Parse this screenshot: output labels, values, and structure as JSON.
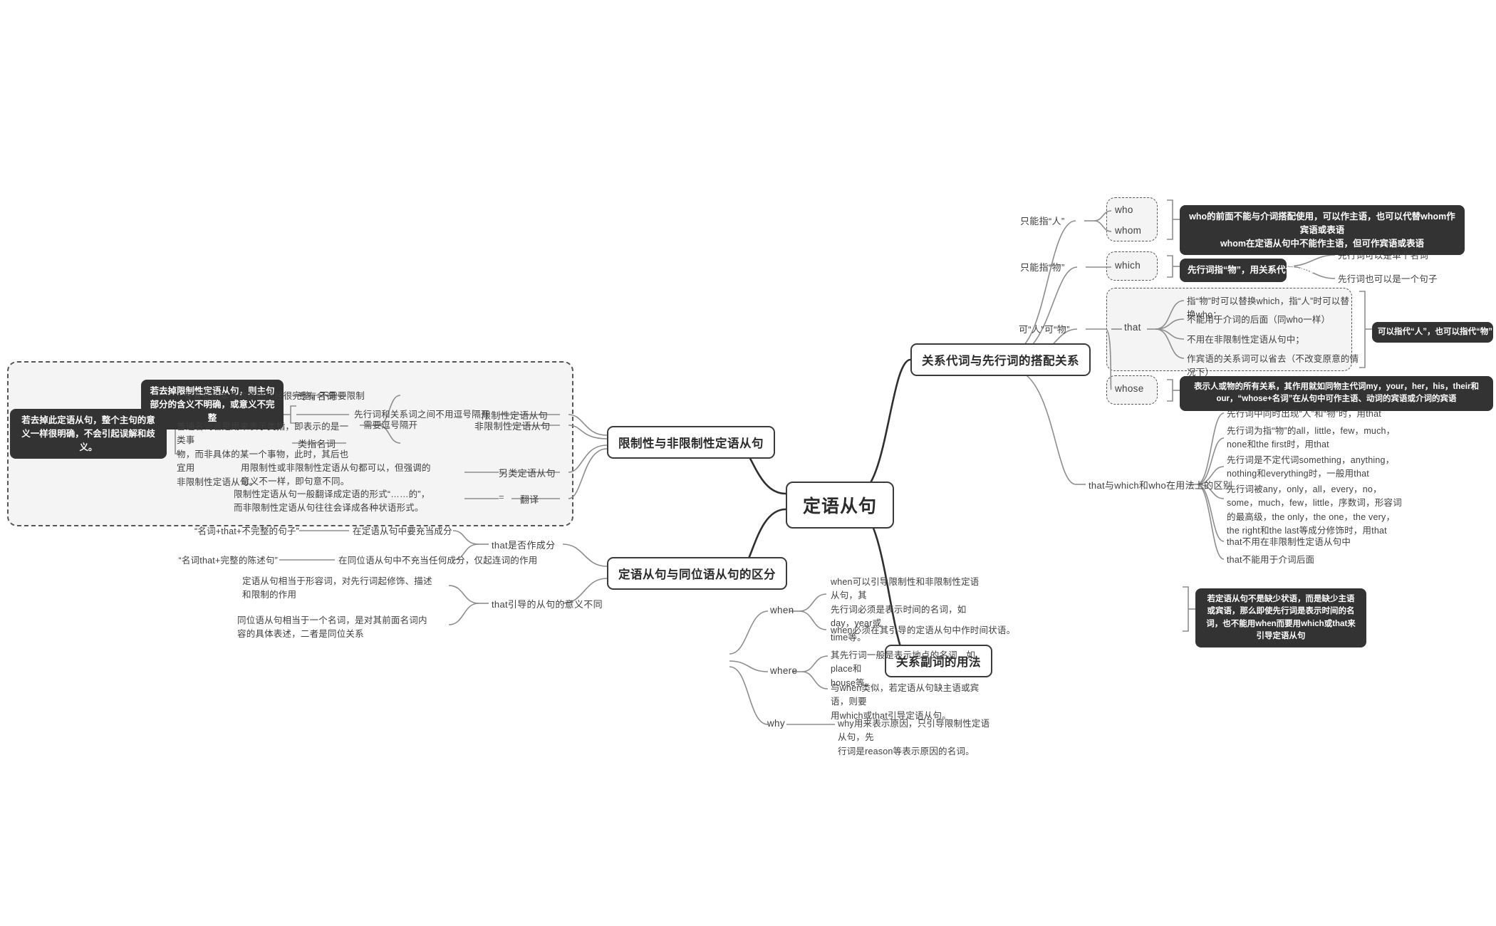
{
  "title": "定语从句",
  "colors": {
    "background": "#ffffff",
    "node_border": "#3a3a3a",
    "frame_fill": "#f4f4f4",
    "frame_border": "#555555",
    "callout_bg": "#333333",
    "callout_text": "#ffffff",
    "text": "#3f3f3f",
    "link": "#888888"
  },
  "central": {
    "label": "定语从句"
  },
  "branches": {
    "relative_pronoun": {
      "label": "关系代词与先行词的搭配关系"
    },
    "restrictive": {
      "label": "限制性与非限制性定语从句"
    },
    "appositive": {
      "label": "定语从句与同位语从句的区分"
    },
    "relative_adverb": {
      "label": "关系副词的用法"
    }
  },
  "pronoun_section": {
    "person_only": {
      "label": "只能指“人”"
    },
    "thing_only": {
      "label": "只能指“物”"
    },
    "both": {
      "label": "可“人”可“物”"
    },
    "who": "who",
    "whom": "whom",
    "which": "which",
    "that": "that",
    "whose": "whose",
    "who_callout": "who的前面不能与介词搭配使用，可以作主语，也可以代替whom作宾语或表语\nwhom在定语从句中不能作主语，但可作宾语或表语",
    "which_callout": "先行词指“物”，用关系代词which",
    "which_notes": [
      "先行词可以是单个名词",
      "先行词也可以是一个句子"
    ],
    "that_notes": [
      "指“物”时可以替换which，指“人”时可以替换who；",
      "不能用于介词的后面（同who一样）",
      "不用在非限制性定语从句中；",
      "作宾语的关系词可以省去（不改变原意的情况下）"
    ],
    "that_callout": "可以指代“人”，也可以指代“物”",
    "whose_callout": "表示人或物的所有关系，其作用就如同物主代词my，your，her，his，their和our，“whose+名词”在从句中可作主语、动词的宾语或介词的宾语",
    "that_vs": {
      "label": "that与which和who在用法上的区别"
    },
    "that_vs_notes": [
      "先行词中同时出现“人”和“物”时，用that",
      "先行词为指“物”的all，little，few，much，\nnone和the first时，用that",
      "先行词是不定代词something，anything，\nnothing和everything时，一般用that",
      "先行词被any，only，all，every，no，\nsome，much，few，little，序数词，形容词\n的最高级，the only，the one，the very，\nthe right和the last等成分修饰时，用that",
      "that不用在非限制性定语从句中",
      "that不能用于介词后面"
    ]
  },
  "restrictive_section": {
    "types": [
      {
        "label": "限制性定语从句"
      },
      {
        "label": "非限制性定语从句"
      },
      {
        "label": "另类定语从句"
      },
      {
        "label": "翻译"
      }
    ],
    "restrictive_rule": "先行词和关系词之间不用逗号隔开",
    "restrictive_callout": "若去掉限制性定语从句，则主句部分的含义不明确，或意义不完整",
    "nonrestrictive_rule": "需要逗号隔开",
    "nonrestrictive_callout": "若去掉此定语从句，整个主句的意义一样很明确，不会引起误解和歧义。",
    "noun_types": [
      {
        "name": "专有名词",
        "detail": "专有名词本身的意思已经很完整，不需要限制"
      },
      {
        "name": "类指名词",
        "detail": "普通名词若是用来表示类指，即表示的是一类事\n物，而非具体的某一个事物，此时，其后也宜用\n非限制性定语从句。"
      }
    ],
    "other_detail": "用限制性或非限制性定语从句都可以，但强调的\n意义不一样，即句意不同。",
    "translation_detail": "限制性定语从句一般翻译成定语的形式“……的”，\n而非限制性定语从句往往会译成各种状语形式。",
    "eq_symbol": "="
  },
  "appositive_section": {
    "items": [
      {
        "label": "that是否作成分",
        "notes": [
          {
            "left": "“名词+that+不完整的句子”",
            "right": "在定语从句中要充当成分"
          },
          {
            "left": "“名词that+完整的陈述句”",
            "right": "在同位语从句中不充当任何成分，仅起连词的作用"
          }
        ]
      },
      {
        "label": "that引导的从句的意义不同",
        "details": [
          "定语从句相当于形容词，对先行词起修饰、描述\n和限制的作用",
          "同位语从句相当于一个名词，是对其前面名词内\n容的具体表述，二者是同位关系"
        ]
      }
    ]
  },
  "adverb_section": {
    "when": {
      "label": "when",
      "notes": [
        "when可以引导限制性和非限制性定语从句，其\n先行词必须是表示时间的名词，如day，year或\ntime等。",
        "when必须在其引导的定语从句中作时间状语。"
      ],
      "callout": "若定语从句不是缺少状语，而是缺少主语或宾语，那么即使先行词是表示时间的名词，也不能用when而要用which或that来引导定语从句"
    },
    "where": {
      "label": "where",
      "notes": [
        "其先行词一般是表示地点的名词，如place和\nhouse等。",
        "与when类似，若定语从句缺主语或宾语，则要\n用which或that引导定语从句。"
      ]
    },
    "why": {
      "label": "why",
      "note": "why用来表示原因，只引导限制性定语从句，先\n行词是reason等表示原因的名词。"
    }
  }
}
